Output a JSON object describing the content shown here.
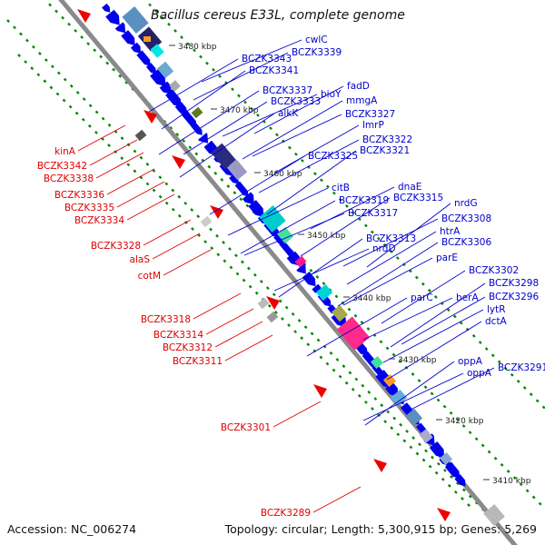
{
  "title": "Bacillus cereus E33L, complete genome",
  "accession_label": "Accession: NC_006274",
  "topology_label": "Topology: circular; Length: 5,300,915 bp; Genes: 5,269",
  "colors": {
    "backbone": "#888888",
    "forward_gene": "#0000ee",
    "reverse_gene": "#ee0000",
    "forward_label": "#0000cc",
    "reverse_label": "#dd0000",
    "gc_dots": "#008800"
  },
  "kbp_ticks": [
    "3480 kbp",
    "3470 kbp",
    "3460 kbp",
    "3450 kbp",
    "3440 kbp",
    "3430 kbp",
    "3420 kbp",
    "3410 kbp"
  ],
  "forward_genes": [
    "cwlC",
    "BCZK3339",
    "BCZK3343",
    "BCZK3341",
    "BCZK3337",
    "bioY",
    "fadD",
    "BCZK3333",
    "mmgA",
    "alkK",
    "BCZK3327",
    "lmrP",
    "BCZK3322",
    "BCZK3325",
    "BCZK3321",
    "dnaE",
    "citB",
    "BCZK3319",
    "BCZK3315",
    "nrdG",
    "BCZK3317",
    "BCZK3308",
    "htrA",
    "BCZK3313",
    "BCZK3306",
    "nrdD",
    "parE",
    "BCZK3302",
    "parC",
    "BCZK3298",
    "berA",
    "BCZK3296",
    "lytR",
    "dctA",
    "oppA",
    "BCZK3291",
    "oppA"
  ],
  "reverse_genes": [
    "kinA",
    "BCZK3342",
    "BCZK3338",
    "BCZK3336",
    "BCZK3335",
    "BCZK3334",
    "BCZK3328",
    "alaS",
    "cotM",
    "BCZK3318",
    "BCZK3314",
    "BCZK3312",
    "BCZK3311",
    "BCZK3301",
    "BCZK3289"
  ]
}
